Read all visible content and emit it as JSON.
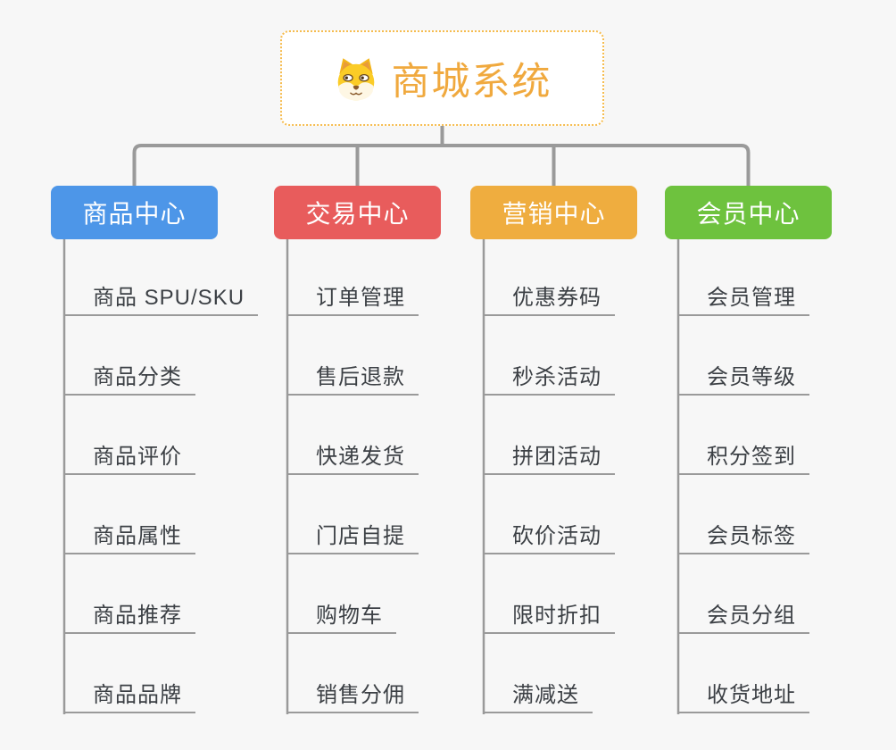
{
  "root": {
    "title": "商城系统",
    "icon": "dog-face-icon"
  },
  "branches": [
    {
      "label": "商品中心",
      "color": "#4d96e8",
      "items": [
        "商品 SPU/SKU",
        "商品分类",
        "商品评价",
        "商品属性",
        "商品推荐",
        "商品品牌"
      ]
    },
    {
      "label": "交易中心",
      "color": "#e85c5c",
      "items": [
        "订单管理",
        "售后退款",
        "快递发货",
        "门店自提",
        "购物车",
        "销售分佣"
      ]
    },
    {
      "label": "营销中心",
      "color": "#efad3f",
      "items": [
        "优惠券码",
        "秒杀活动",
        "拼团活动",
        "砍价活动",
        "限时折扣",
        "满减送"
      ]
    },
    {
      "label": "会员中心",
      "color": "#6ec23e",
      "items": [
        "会员管理",
        "会员等级",
        "积分签到",
        "会员标签",
        "会员分组",
        "收货地址"
      ]
    }
  ],
  "colors": {
    "canvas_bg": "#f7f7f7",
    "root_border": "#f6bc4e",
    "root_title": "#f0a93e",
    "connector": "#9a9a9a",
    "underline": "#9a9a9a",
    "branch_blue": "#4d96e8",
    "branch_red": "#e85c5c",
    "branch_orange": "#efad3f",
    "branch_green": "#6ec23e"
  }
}
